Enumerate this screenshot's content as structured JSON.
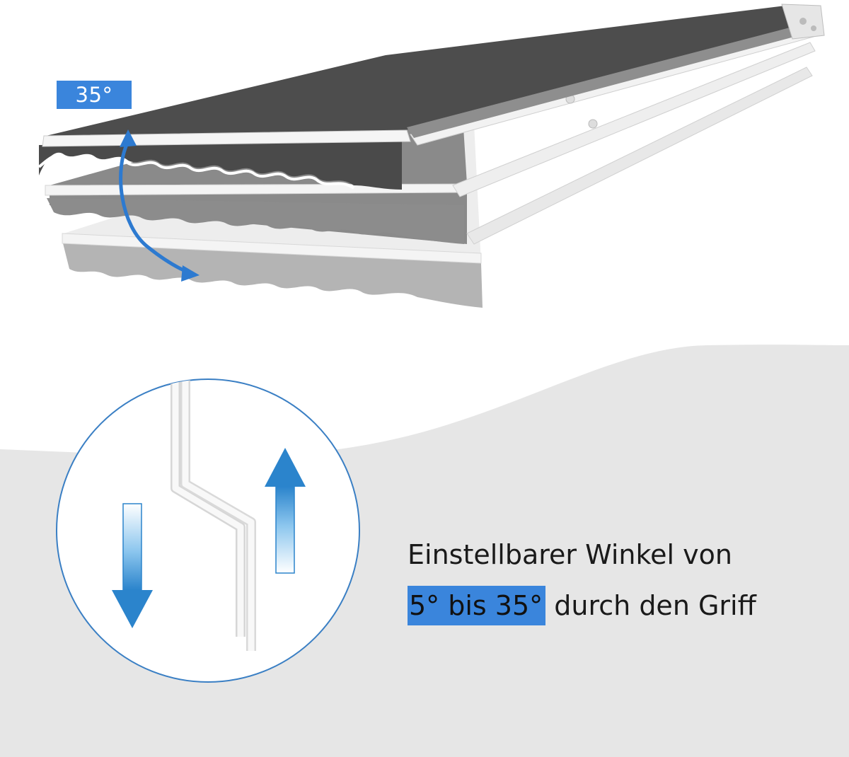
{
  "badge": {
    "angle_label": "35°"
  },
  "caption": {
    "line1": "Einstellbarer Winkel von",
    "highlight": "5° bis 35°",
    "rest": "durch den Griff"
  },
  "colors": {
    "accent": "#3a85dc",
    "fabric": "#505050",
    "frame": "#f2f2f2",
    "background_lower": "#e6e6e6"
  },
  "icons": {
    "arc_arrow": "double-headed-arc-arrow-icon",
    "arrow_up": "arrow-up-icon",
    "arrow_down": "arrow-down-icon",
    "handle": "crank-handle-icon"
  }
}
